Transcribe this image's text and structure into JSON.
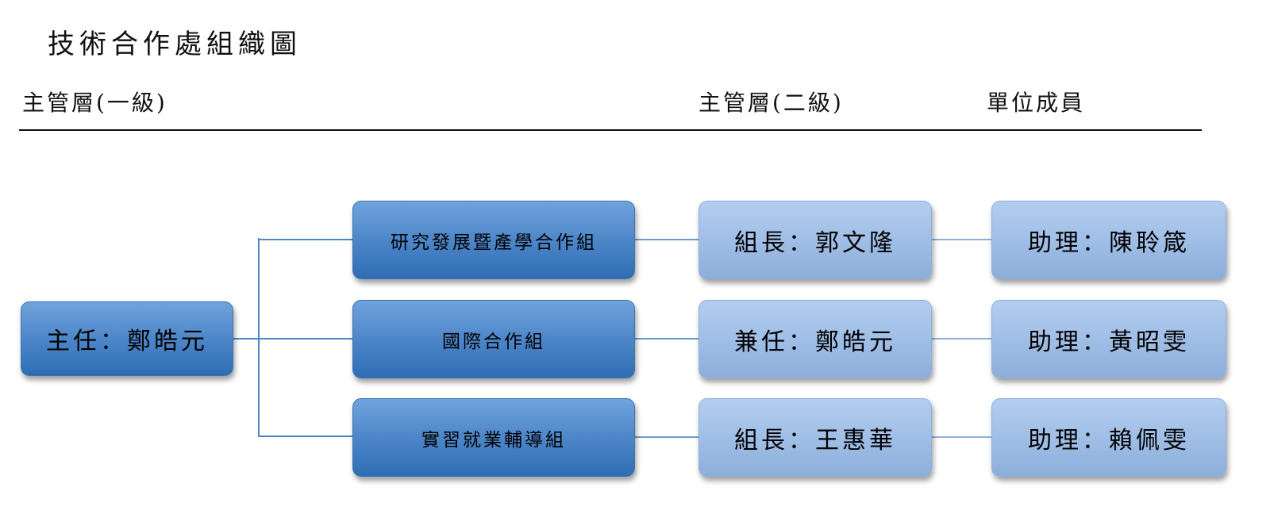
{
  "title": "技術合作處組織圖",
  "column_headers": {
    "level_one": "主管層(一級)",
    "level_two": "主管層(二級)",
    "members": "單位成員"
  },
  "director": "主任：鄭皓元",
  "divisions": [
    {
      "name": "研究發展暨產學合作組",
      "leader": "組長：郭文隆",
      "member": "助理：陳聆箴"
    },
    {
      "name": "國際合作組",
      "leader": "兼任：鄭皓元",
      "member": "助理：黃昭雯"
    },
    {
      "name": "實習就業輔導組",
      "leader": "組長：王惠華",
      "member": "助理：賴佩雯"
    }
  ],
  "colors": {
    "primary_box": "#4a84c7",
    "secondary_box": "#9ebde6",
    "connector": "#4f86c6",
    "connector_light": "#8fb0dc"
  }
}
